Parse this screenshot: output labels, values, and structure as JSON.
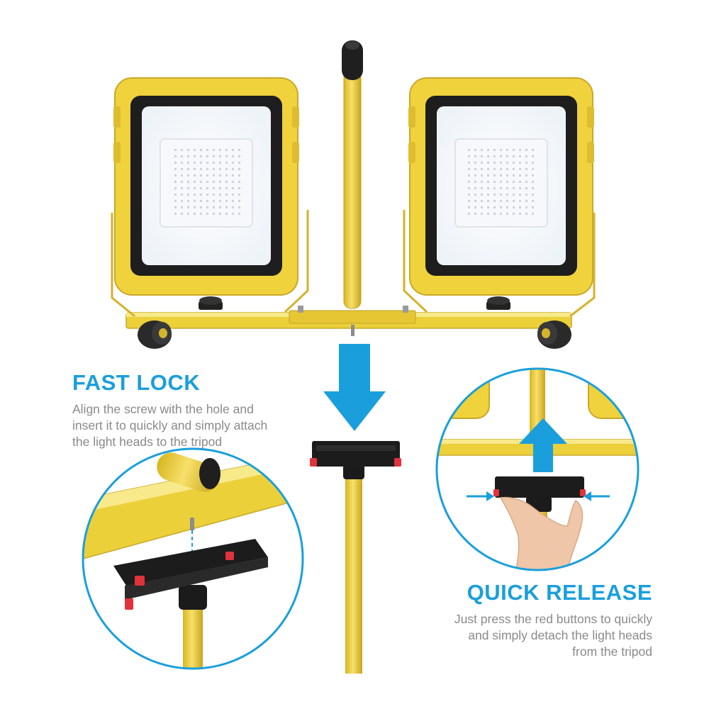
{
  "colors": {
    "accent": "#1a9fdc",
    "body_text": "#8a8a8a",
    "housing_yellow": "#f0d33a",
    "frame_black": "#1e1e1e",
    "release_button_red": "#e0333b"
  },
  "fast_lock": {
    "title": "FAST LOCK",
    "lines": [
      "Align the screw with the hole and",
      "insert it to quickly and simply attach",
      "the light heads to the tripod"
    ]
  },
  "quick_release": {
    "title": "QUICK RELEASE",
    "lines": [
      "Just press the red buttons to quickly",
      "and simply detach the light heads",
      "from the tripod"
    ]
  },
  "icons": [
    "down-arrow-icon",
    "up-arrow-icon",
    "press-left-arrow-icon",
    "press-right-arrow-icon"
  ]
}
